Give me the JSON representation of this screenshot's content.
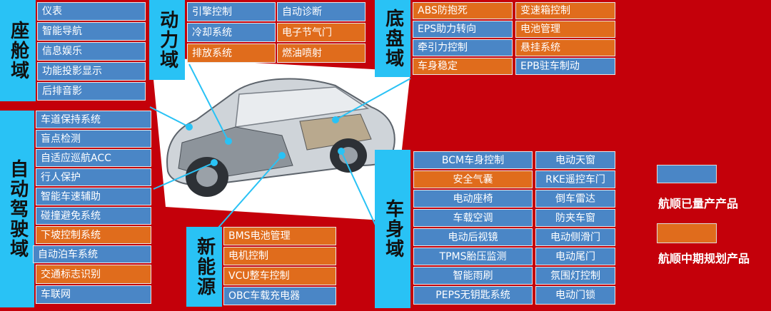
{
  "colors": {
    "background": "#c4000a",
    "domain": "#29c2f5",
    "mass_produced": "#4a86c6",
    "planned": "#e06c1c"
  },
  "domains": {
    "cockpit": {
      "title": "座舱域",
      "items": [
        {
          "label": "仪表",
          "status": "mass"
        },
        {
          "label": "智能导航",
          "status": "mass"
        },
        {
          "label": "信息娱乐",
          "status": "mass"
        },
        {
          "label": "功能投影显示",
          "status": "mass"
        },
        {
          "label": "后排音影",
          "status": "mass"
        }
      ]
    },
    "powertrain": {
      "title": "动力域",
      "items": [
        {
          "label": "引擎控制",
          "status": "mass"
        },
        {
          "label": "冷却系统",
          "status": "mass"
        },
        {
          "label": "排放系统",
          "status": "planned"
        },
        {
          "label": "自动诊断",
          "status": "mass"
        },
        {
          "label": "电子节气门",
          "status": "planned"
        },
        {
          "label": "燃油喷射",
          "status": "planned"
        }
      ]
    },
    "chassis": {
      "title": "底盘域",
      "items": [
        {
          "label": "ABS防抱死",
          "status": "planned"
        },
        {
          "label": "EPS助力转向",
          "status": "mass"
        },
        {
          "label": "牵引力控制",
          "status": "mass"
        },
        {
          "label": "车身稳定",
          "status": "planned"
        },
        {
          "label": "变速箱控制",
          "status": "planned"
        },
        {
          "label": "电池管理",
          "status": "planned"
        },
        {
          "label": "悬挂系统",
          "status": "planned"
        },
        {
          "label": "EPB驻车制动",
          "status": "mass"
        }
      ]
    },
    "adas": {
      "title": "自动驾驶域",
      "items": [
        {
          "label": "车道保持系统",
          "status": "mass"
        },
        {
          "label": "盲点检测",
          "status": "mass"
        },
        {
          "label": "自适应巡航ACC",
          "status": "mass"
        },
        {
          "label": "行人保护",
          "status": "mass"
        },
        {
          "label": "智能车速辅助",
          "status": "mass"
        },
        {
          "label": "碰撞避免系统",
          "status": "mass"
        },
        {
          "label": "下坡控制系统",
          "status": "planned"
        },
        {
          "label": "自动泊车系统",
          "status": "mass"
        },
        {
          "label": "交通标志识别",
          "status": "planned"
        },
        {
          "label": "车联网",
          "status": "mass"
        }
      ]
    },
    "new_energy": {
      "title": "新能源",
      "items": [
        {
          "label": "BMS电池管理",
          "status": "planned"
        },
        {
          "label": "电机控制",
          "status": "planned"
        },
        {
          "label": "VCU整车控制",
          "status": "planned"
        },
        {
          "label": "OBC车载充电器",
          "status": "mass"
        }
      ]
    },
    "body": {
      "title": "车身域",
      "items": [
        {
          "label": "BCM车身控制",
          "status": "mass"
        },
        {
          "label": "安全气囊",
          "status": "planned"
        },
        {
          "label": "电动座椅",
          "status": "mass"
        },
        {
          "label": "车载空调",
          "status": "mass"
        },
        {
          "label": "电动后视镜",
          "status": "mass"
        },
        {
          "label": "TPMS胎压监测",
          "status": "mass"
        },
        {
          "label": "智能雨刷",
          "status": "mass"
        },
        {
          "label": "PEPS无钥匙系统",
          "status": "mass"
        },
        {
          "label": "电动天窗",
          "status": "mass"
        },
        {
          "label": "RKE遥控车门",
          "status": "mass"
        },
        {
          "label": "倒车雷达",
          "status": "mass"
        },
        {
          "label": "防夹车窗",
          "status": "mass"
        },
        {
          "label": "电动侧滑门",
          "status": "mass"
        },
        {
          "label": "电动尾门",
          "status": "mass"
        },
        {
          "label": "氛围灯控制",
          "status": "mass"
        },
        {
          "label": "电动门锁",
          "status": "mass"
        }
      ]
    }
  },
  "legend": {
    "mass": "航顺已量产产品",
    "planned": "航顺中期规划产品"
  }
}
